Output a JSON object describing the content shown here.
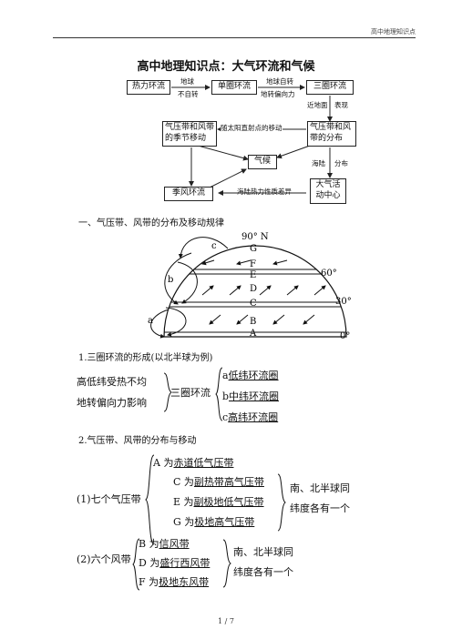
{
  "header": "高中地理知识点",
  "title": "高中地理知识点：大气环流和气候",
  "flow": {
    "b_heat": "热力环流",
    "b_single": "单圈环流",
    "b_three": "三圈环流",
    "b_season": [
      "气压带和风带",
      "的季节移动"
    ],
    "b_dist": [
      "气压带和风",
      "带的分布"
    ],
    "b_climate": "气候",
    "b_monsoon": "季风环流",
    "b_center": [
      "大气活",
      "动中心"
    ],
    "l_earth": "地球",
    "l_uneven": "不自转",
    "l_rot": "地球自转",
    "l_coriolis": "地转偏向力",
    "l_surface": "近地面",
    "l_show": "表现",
    "l_sun": "随太阳直射点的移动",
    "l_sealand": "海陆",
    "l_split": "分布",
    "l_thermal": "海陆热力性质差异"
  },
  "section1": "一、气压带、风带的分布及移动规律",
  "diagram": {
    "n90": "90° N",
    "letters": [
      "G",
      "F",
      "E",
      "D",
      "C",
      "B",
      "A"
    ],
    "lat60": "60°",
    "lat30": "30°",
    "lat0": "0°",
    "cells": [
      "c",
      "b",
      "a"
    ]
  },
  "item1": "1.三圈环流的形成(以北半球为例)",
  "hw1": {
    "left1": "高低纬受热不均",
    "left2": "地转偏向力影响",
    "mid": "三圈环流",
    "r1a": "a",
    "r1b": "低纬环流圈",
    "r2a": "b",
    "r2b": "中纬环流圈",
    "r3a": "c",
    "r3b": "高纬环流圈"
  },
  "item2": "2.气压带、风带的分布与移动",
  "hw2": {
    "label": "(1)七个气压带",
    "l1a": "A 为",
    "l1b": "赤道低气压带",
    "l2a": "C 为",
    "l2b": "副热带高气压带",
    "l3a": "E 为",
    "l3b": "副极地低气压带",
    "l4a": "G 为",
    "l4b": "极地高气压带",
    "note1": "南、北半球同",
    "note2": "纬度各有一个"
  },
  "hw3": {
    "label": "(2)六个风带",
    "l1a": "B 为",
    "l1b": "信风带",
    "l2a": "D 为",
    "l2b": "盛行西风带",
    "l3a": "F 为",
    "l3b": "极地东风带",
    "note1": "南、北半球同",
    "note2": "纬度各有一个"
  },
  "footer": "1 / 7"
}
